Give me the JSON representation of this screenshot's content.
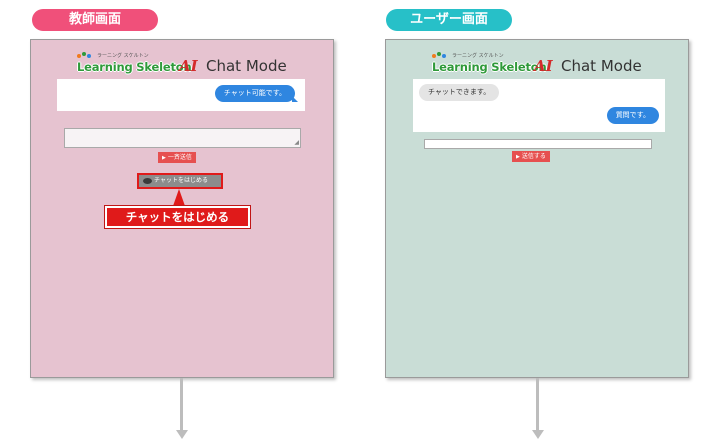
{
  "teacher_screen": {
    "tag_label": "教師画面",
    "logo": {
      "kana": "ラーニング スケルトン",
      "learning_skeleton": "Learning Skeleton",
      "ai": "AI",
      "mode": "Chat Mode"
    },
    "chat_message": "チャット可能です。",
    "send_all_button": "一斉送信",
    "start_chat_button": "チャットをはじめる",
    "callout": "チャットをはじめる"
  },
  "user_screen": {
    "tag_label": "ユーザー画面",
    "logo": {
      "kana": "ラーニング スケルトン",
      "learning_skeleton": "Learning Skeleton",
      "ai": "AI",
      "mode": "Chat Mode"
    },
    "received_message": "チャットできます。",
    "sent_message": "質問です。",
    "send_button": "送信する"
  },
  "colors": {
    "teacher_tag": "#f0507a",
    "user_tag": "#27c0c8",
    "teacher_panel": "#e6c3d0",
    "user_panel": "#c9ddd6",
    "bubble_blue": "#2f86e0",
    "button_red": "#e65050",
    "callout_red": "#e01a1a"
  },
  "icons": {
    "play": "play-triangle-icon",
    "chat": "chat-bubble-icon",
    "arrow": "down-arrow-icon"
  }
}
